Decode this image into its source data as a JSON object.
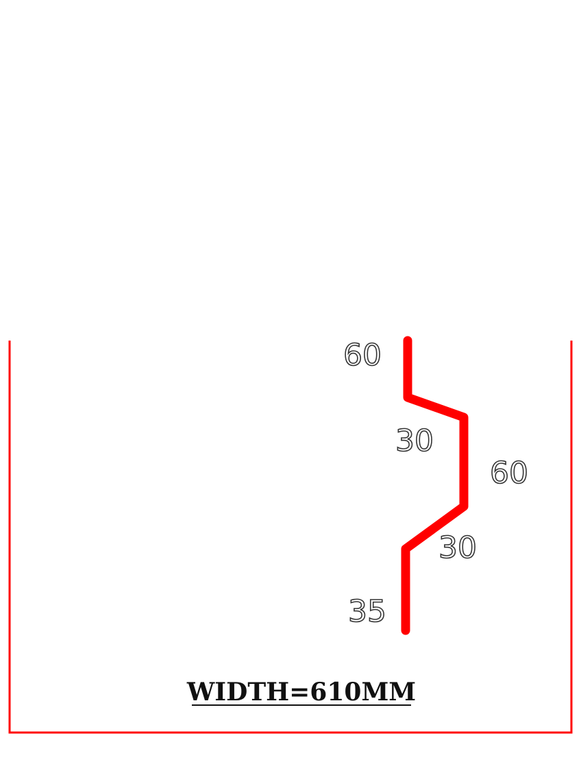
{
  "profile": {
    "segment_dimensions": [
      "60",
      "30",
      "60",
      "30",
      "35"
    ],
    "line_color": "#ff0000",
    "frame_color": "#ff0000"
  },
  "width_note": "WIDTH=610MM"
}
